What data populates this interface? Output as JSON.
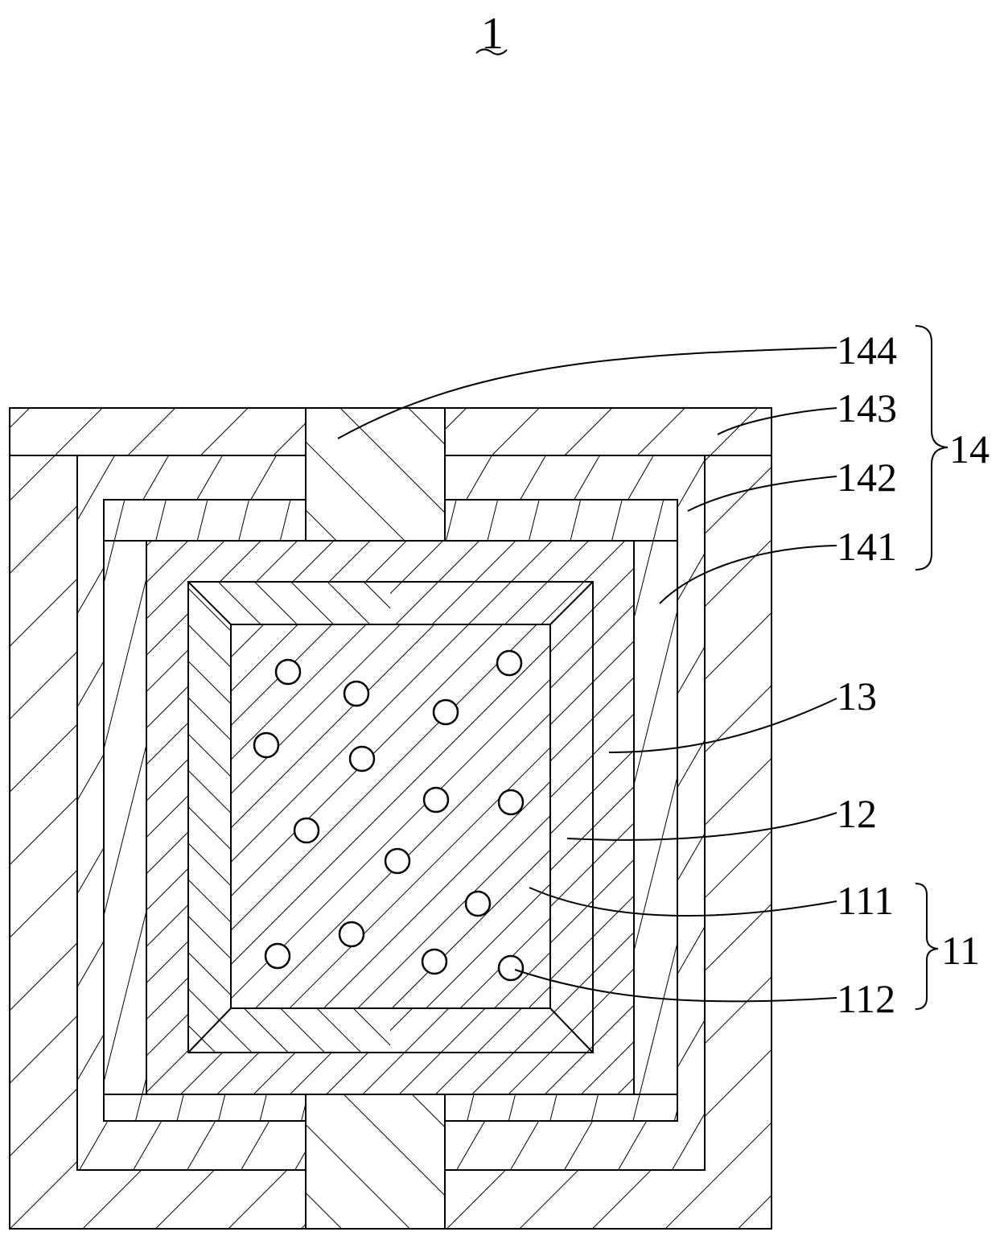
{
  "figure": {
    "number": "1",
    "labels": {
      "l144": "144",
      "l143": "143",
      "l142": "142",
      "l141": "141",
      "l14": "14",
      "l13": "13",
      "l12": "12",
      "l111": "111",
      "l11": "11",
      "l112": "112"
    }
  }
}
